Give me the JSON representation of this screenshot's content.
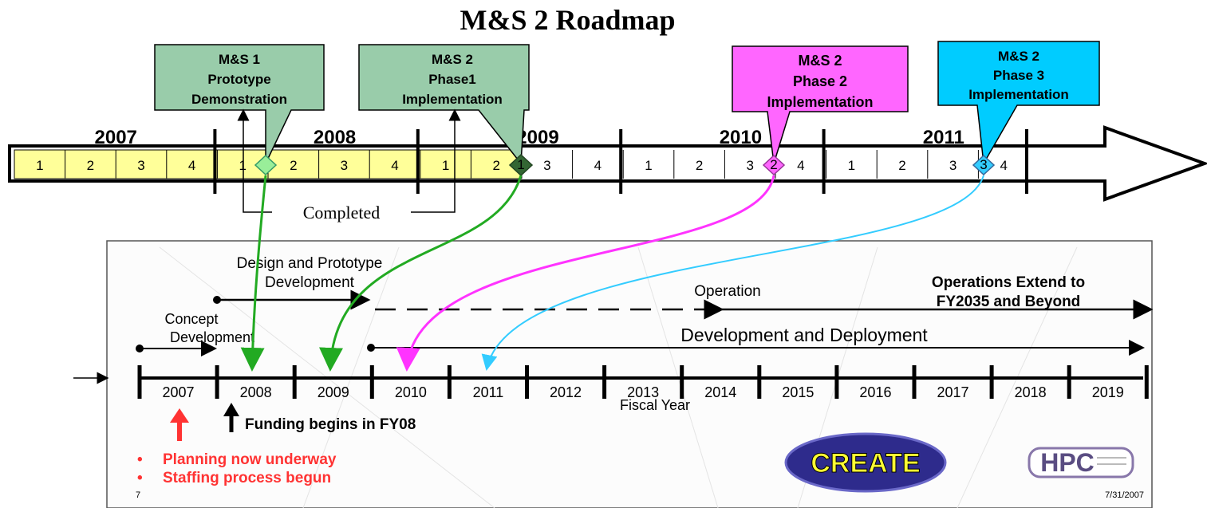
{
  "title": "M&S 2 Roadmap",
  "colors": {
    "completed_band": "#ffff99",
    "callout_green": "#99ccaa",
    "callout_magenta": "#ff66ff",
    "callout_cyan": "#00ccff",
    "arrow_green": "#22aa22",
    "arrow_magenta": "#ff33ff",
    "arrow_cyan": "#33ccff",
    "red": "#ff3333",
    "create_oval": "#2e2b8c",
    "create_text": "#ffff33"
  },
  "callouts": [
    {
      "lines": [
        "M&S 1",
        "Prototype",
        "Demonstration"
      ],
      "marker": ""
    },
    {
      "lines": [
        "M&S 2",
        "Phase1",
        "Implementation"
      ],
      "marker": "1"
    },
    {
      "lines": [
        "M&S 2",
        "Phase 2",
        "Implementation"
      ],
      "marker": "2"
    },
    {
      "lines": [
        "M&S 2",
        "Phase 3",
        "Implementation"
      ],
      "marker": "3"
    }
  ],
  "top_years": [
    "2007",
    "2008",
    "2009",
    "2010",
    "2011"
  ],
  "quarters": [
    "1",
    "2",
    "3",
    "4",
    "1",
    "2",
    "3",
    "4",
    "1",
    "2",
    "3",
    "4",
    "1",
    "2",
    "3",
    "4",
    "1",
    "2",
    "3",
    "4"
  ],
  "completed_label": "Completed",
  "slide": {
    "design_label": [
      "Design and Prototype",
      "Development"
    ],
    "operation_label": "Operation",
    "operations_extend": [
      "Operations Extend to",
      "FY2035 and Beyond"
    ],
    "concept_label": [
      "Concept",
      "Development"
    ],
    "dev_deploy_label": "Development and Deployment",
    "years": [
      "2007",
      "2008",
      "2009",
      "2010",
      "2011",
      "2012",
      "2013",
      "2014",
      "2015",
      "2016",
      "2017",
      "2018",
      "2019"
    ],
    "fiscal_year_label": "Fiscal Year",
    "funding_label": "Funding begins in FY08",
    "bullets": [
      "Planning now underway",
      "Staffing process begun"
    ],
    "page_number": "7",
    "date": "7/31/2007",
    "create_logo": "CREATE",
    "hpc_logo": "HPC"
  }
}
